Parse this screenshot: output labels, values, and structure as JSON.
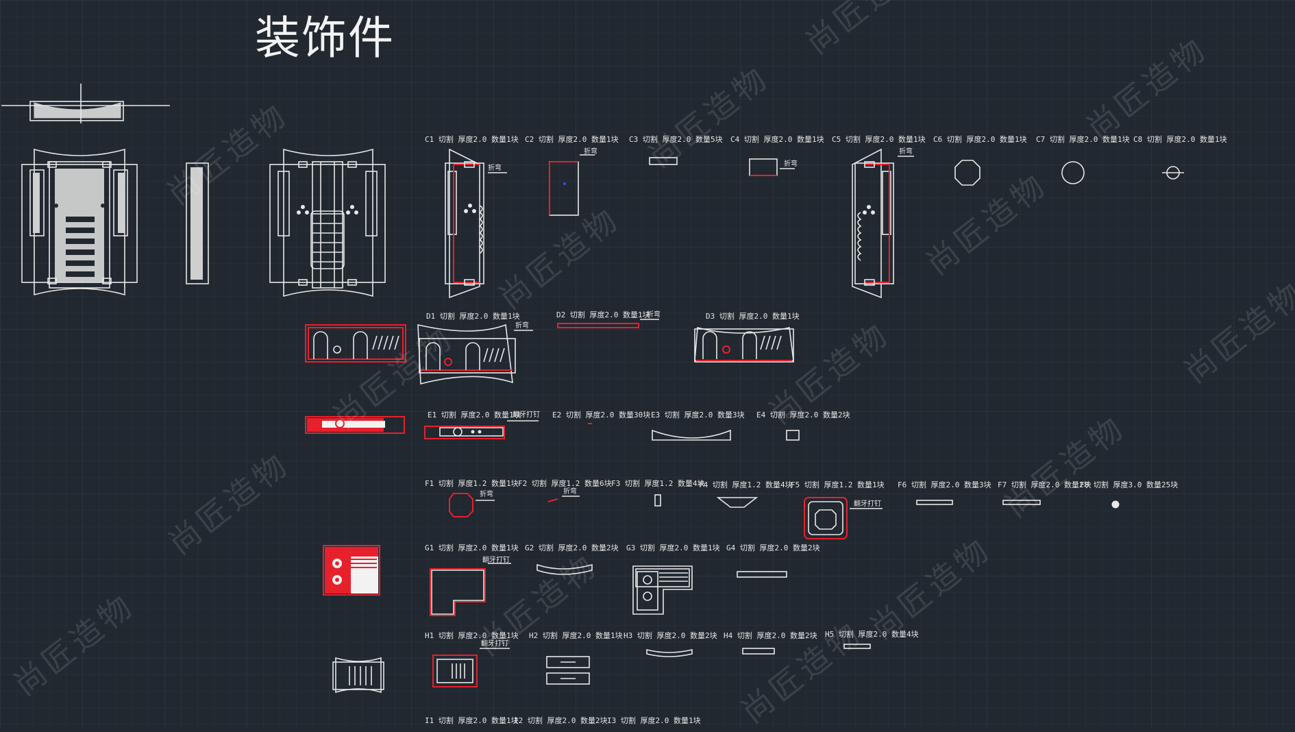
{
  "title": "装饰件",
  "watermark": "尚匠造物",
  "note_text": {
    "fold": "折弯",
    "fold_tap": "翻牙打钉"
  },
  "parts": {
    "C1": "C1 切割  厚度2.0  数量1块",
    "C2": "C2 切割  厚度2.0  数量1块",
    "C3": "C3 切割  厚度2.0  数量5块",
    "C4": "C4 切割  厚度2.0  数量1块",
    "C5": "C5 切割  厚度2.0  数量1块",
    "C6": "C6 切割  厚度2.0  数量1块",
    "C7": "C7 切割  厚度2.0  数量1块",
    "C8": "C8 切割  厚度2.0  数量1块",
    "D1": "D1 切割  厚度2.0  数量1块",
    "D2": "D2 切割  厚度2.0  数量1块",
    "D3": "D3 切割  厚度2.0  数量1块",
    "E1": "E1 切割  厚度2.0  数量1块",
    "E2": "E2 切割  厚度2.0  数量30块",
    "E3": "E3 切割  厚度2.0  数量3块",
    "E4": "E4 切割  厚度2.0  数量2块",
    "F1": "F1 切割  厚度1.2  数量1块",
    "F2": "F2 切割  厚度1.2  数量6块",
    "F3": "F3 切割  厚度1.2  数量4块",
    "F4": "F4 切割  厚度1.2  数量4块",
    "F5": "F5 切割  厚度1.2  数量1块",
    "F6": "F6 切割  厚度2.0  数量3块",
    "F7": "F7 切割  厚度2.0  数量2块",
    "F8": "F8 切割  厚度3.0  数量25块",
    "G1": "G1 切割  厚度2.0  数量1块",
    "G2": "G2 切割  厚度2.0  数量2块",
    "G3": "G3 切割  厚度2.0  数量1块",
    "G4": "G4 切割  厚度2.0  数量2块",
    "H1": "H1 切割  厚度2.0  数量1块",
    "H2": "H2 切割  厚度2.0  数量1块",
    "H3": "H3 切割  厚度2.0  数量2块",
    "H4": "H4 切割  厚度2.0  数量2块",
    "H5": "H5 切割  厚度2.0  数量4块",
    "I1": "I1 切割  厚度2.0  数量1块",
    "I2": "I2 切割  厚度2.0  数量2块",
    "I3": "I3 切割  厚度2.0  数量1块"
  },
  "colors": {
    "background": "#212830",
    "line": "#e8e8e8",
    "cut_highlight": "#e8202c",
    "accent_blue": "#3050ff"
  }
}
